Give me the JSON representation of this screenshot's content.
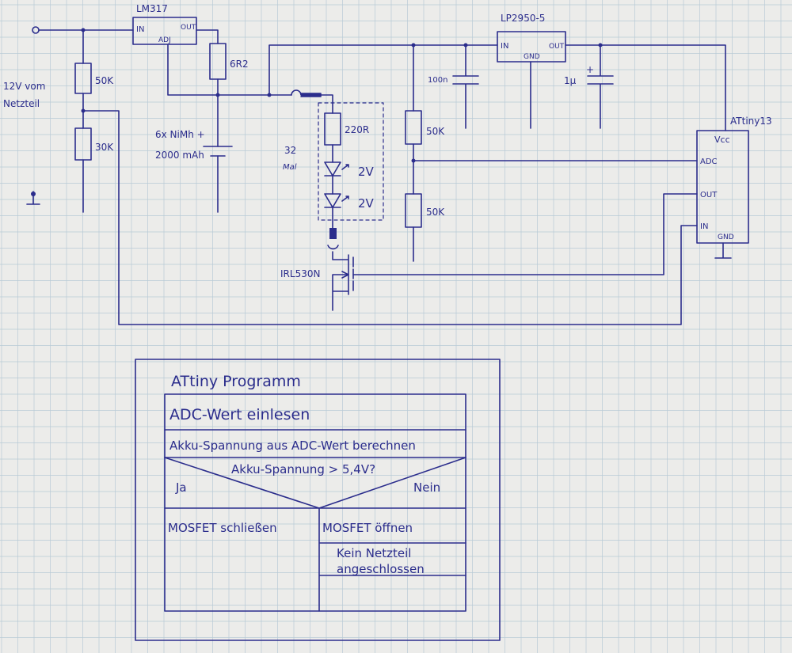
{
  "colors": {
    "paper": "#ececea",
    "grid": "#b9cbd6",
    "ink": "#2b2d8c"
  },
  "schematic": {
    "input_label_line1": "12V vom",
    "input_label_line2": "Netzteil",
    "lm317": {
      "name": "LM317",
      "pin_in": "IN",
      "pin_out": "OUT",
      "pin_adj": "ADJ"
    },
    "r_set": "6R2",
    "r_div_top": "50K",
    "r_div_bottom": "30K",
    "battery_line1": "6x NiMh +",
    "battery_line2": "2000 mAh",
    "led_string_count": "32",
    "led_string_count_unit": "Mal",
    "r_led": "220R",
    "led1_v": "2V",
    "led2_v": "2V",
    "mosfet": "IRL530N",
    "ldo": {
      "name": "LP2950-5",
      "pin_in": "IN",
      "pin_gnd": "GND",
      "pin_out": "OUT"
    },
    "c1": "100n",
    "c2": "1µ",
    "c2_plus": "+",
    "r_adc_top": "50K",
    "r_adc_bottom": "50K",
    "mcu": {
      "name": "ATtiny13",
      "pin_vcc": "Vcc",
      "pin_adc": "ADC",
      "pin_out": "OUT",
      "pin_in": "IN",
      "pin_gnd": "GND"
    }
  },
  "flowchart": {
    "title": "ATtiny Programm",
    "step1": "ADC-Wert einlesen",
    "step2": "Akku-Spannung aus ADC-Wert berechnen",
    "condition": "Akku-Spannung > 5,4V?",
    "yes": "Ja",
    "no": "Nein",
    "yes_action": "MOSFET schließen",
    "no_action": "MOSFET öffnen",
    "no_note_line1": "Kein Netzteil",
    "no_note_line2": "angeschlossen"
  }
}
